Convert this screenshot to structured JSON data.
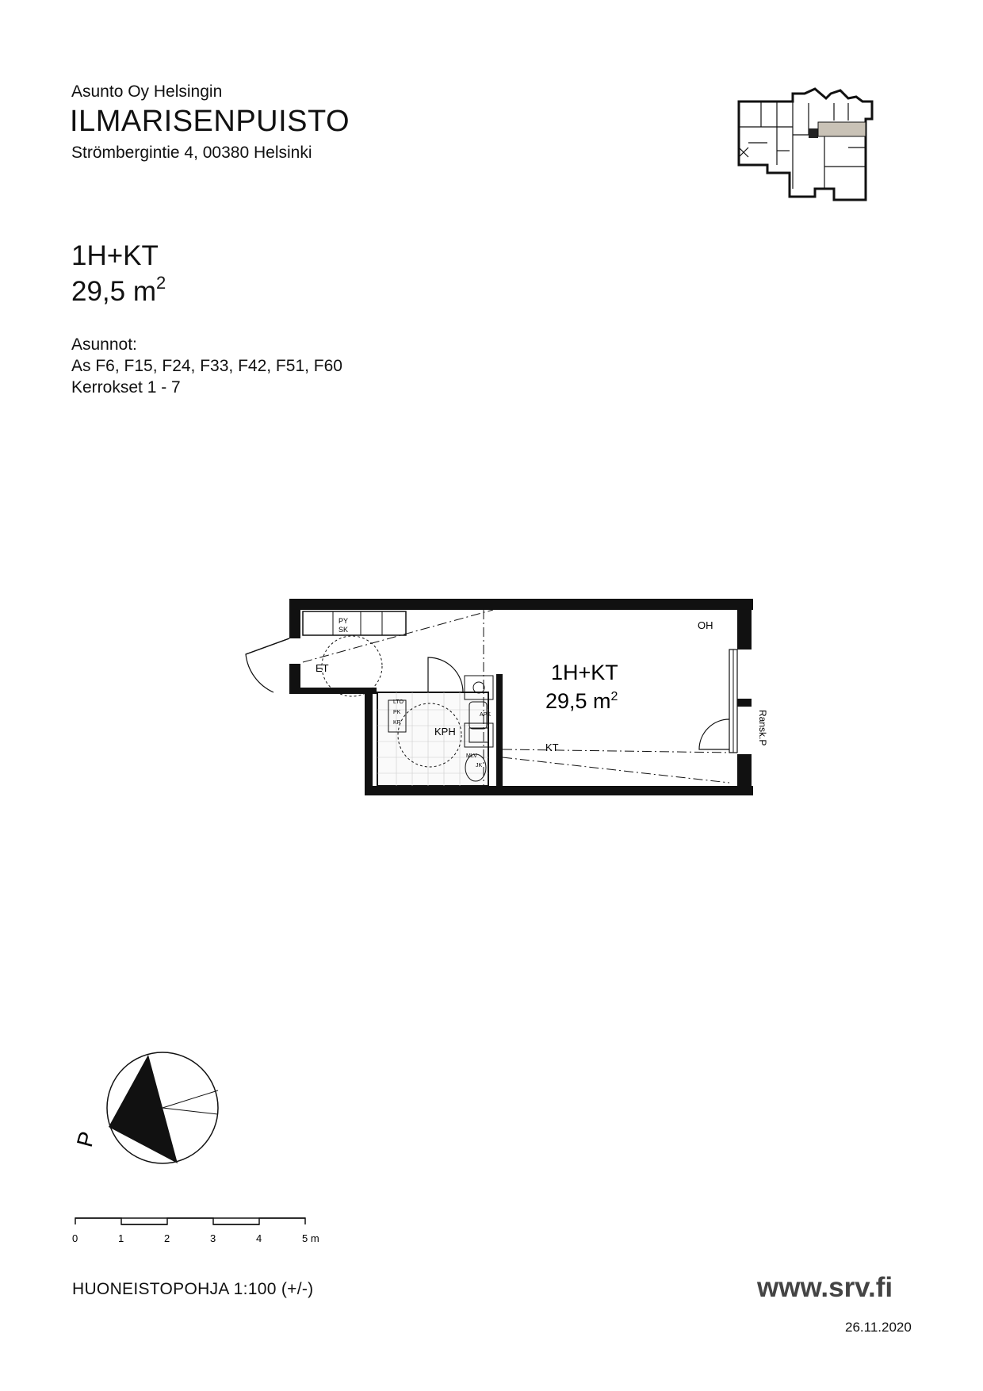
{
  "header": {
    "subtitle": "Asunto Oy Helsingin",
    "title": "ILMARISENPUISTO",
    "address": "Strömbergintie 4, 00380 Helsinki"
  },
  "apartment": {
    "type": "1H+KT",
    "area_value": "29,5 m",
    "area_exponent": "2"
  },
  "units": {
    "heading": "Asunnot:",
    "list": "As F6, F15, F24, F33, F42, F51, F60",
    "floors": "Kerrokset 1 - 7"
  },
  "floorplan": {
    "room_type": "1H+KT",
    "room_area": "29,5 m",
    "room_area_exp": "2",
    "labels": {
      "oh": "OH",
      "et": "ET",
      "kph": "KPH",
      "kt": "KT",
      "py": "PY",
      "sk": "SK",
      "ltc": "LTO",
      "pk": "PK",
      "kr": "KR",
      "apk": "APK",
      "mlv": "MLV",
      "jk": "JK",
      "ransk": "Ransk.P"
    }
  },
  "compass": {
    "label": "P"
  },
  "scale": {
    "ticks": [
      "0",
      "1",
      "2",
      "3",
      "4",
      "5 m"
    ]
  },
  "footer": {
    "plan_label": "HUONEISTOPOHJA  1:100 (+/-)",
    "website": "www.srv.fi",
    "date": "26.11.2020"
  }
}
